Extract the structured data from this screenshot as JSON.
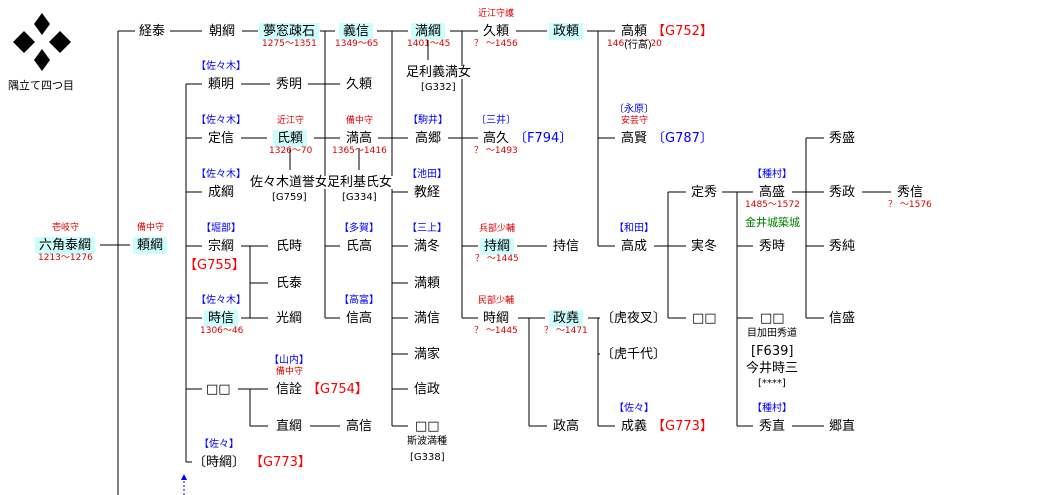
{
  "crest": {
    "caption": "隅立て四つ目",
    "icon": "yotsume-crest-icon"
  },
  "colors": {
    "highlight": "#cdfdfd",
    "title_red": "#e00000",
    "ref_red": "#ff0000",
    "clan_blue": "#0000ff",
    "castle_green": "#008000",
    "line": "#000000"
  },
  "people": {
    "p01": {
      "name": "六角泰綱",
      "title": "壱岐守",
      "years": "1213〜1276"
    },
    "p02": {
      "name": "頼綱",
      "title": "備中守"
    },
    "p03": {
      "name": "経泰"
    },
    "p04": {
      "name": "朝綱"
    },
    "p05": {
      "name": "夢窓疎石",
      "years": "1275〜1351"
    },
    "p06": {
      "name": "義信",
      "years": "1349〜65"
    },
    "p07": {
      "name": "満綱",
      "years": "1401〜45"
    },
    "p08": {
      "name": "足利義満女",
      "note": "[G332]"
    },
    "p09": {
      "name": "久頼",
      "title": "近江守護",
      "years": "？ 〜1456"
    },
    "p10": {
      "name": "政頼"
    },
    "p11": {
      "name": "高頼",
      "ref": "【G752】",
      "alias": "(行高)",
      "years": "1462〜1520"
    },
    "p12": {
      "name": "頼明",
      "clan": "【佐々木】"
    },
    "p13": {
      "name": "秀明"
    },
    "p14": {
      "name": "久頼"
    },
    "p15": {
      "name": "定信",
      "clan": "【佐々木】"
    },
    "p16": {
      "name": "氏頼",
      "title": "近江守",
      "years": "1326〜70"
    },
    "p17": {
      "name": "佐々木道誉女",
      "note": "[G759]"
    },
    "p18": {
      "name": "満高",
      "title": "備中守",
      "years": "1365〜1416"
    },
    "p19": {
      "name": "足利基氏女",
      "note": "[G334]"
    },
    "p20": {
      "name": "高郷",
      "clan": "【駒井】"
    },
    "p21": {
      "name": "高久",
      "clan": "〔三井〕",
      "ref": "〔F794〕",
      "years": "？ 〜1493"
    },
    "p22": {
      "name": "高賢",
      "title": "安芸守",
      "clan": "〔永原〕",
      "ref": "〔G787〕"
    },
    "p23": {
      "name": "秀盛"
    },
    "p24": {
      "name": "成綱",
      "clan": "【佐々木】"
    },
    "p25": {
      "name": "教経",
      "clan": "【池田】"
    },
    "p26": {
      "name": "定秀"
    },
    "p27": {
      "name": "高盛",
      "clan": "【種村】",
      "years": "1485〜1572",
      "castle": "金井城築城"
    },
    "p28": {
      "name": "秀政"
    },
    "p29": {
      "name": "秀信",
      "years": "？ 〜1576"
    },
    "p30": {
      "name": "宗綱",
      "clan": "【堀部】",
      "ref": "【G755】"
    },
    "p31": {
      "name": "氏時"
    },
    "p32": {
      "name": "氏高",
      "clan": "【多賀】"
    },
    "p33": {
      "name": "満冬",
      "clan": "【三上】"
    },
    "p34": {
      "name": "持綱",
      "title": "兵部少輔",
      "years": "？ 〜1445"
    },
    "p35": {
      "name": "持信"
    },
    "p36": {
      "name": "高成",
      "clan": "【和田】"
    },
    "p37": {
      "name": "実冬"
    },
    "p38": {
      "name": "秀時"
    },
    "p39": {
      "name": "秀純"
    },
    "p40": {
      "name": "氏泰"
    },
    "p41": {
      "name": "満頼"
    },
    "p42": {
      "name": "時信",
      "clan": "【佐々木】",
      "years": "1306〜46"
    },
    "p43": {
      "name": "光綱"
    },
    "p44": {
      "name": "信高",
      "clan": "【高富】"
    },
    "p45": {
      "name": "満信"
    },
    "p46": {
      "name": "時綱",
      "title": "民部少輔",
      "years": "？ 〜1445"
    },
    "p47": {
      "name": "政堯",
      "years": "？ 〜1471"
    },
    "p48": {
      "name": "〔虎夜叉〕"
    },
    "p49": {
      "name": "□□"
    },
    "p50": {
      "name": "□□",
      "note": "目加田秀道"
    },
    "p51": {
      "name": "信盛"
    },
    "p52": {
      "name": "〔虎千代〕"
    },
    "p53": {
      "name": "満家"
    },
    "p54": {
      "name": "□□"
    },
    "p55": {
      "name": "信詮",
      "title": "備中守",
      "clan": "【山内】",
      "ref": "【G754】"
    },
    "p56": {
      "name": "信政"
    },
    "p57": {
      "name": "直綱"
    },
    "p58": {
      "name": "高信"
    },
    "p59": {
      "name": "□□",
      "note": "斯波満種",
      "note2": "[G338]"
    },
    "p60": {
      "name": "政高"
    },
    "p61": {
      "name": "成義",
      "clan": "【佐々】",
      "ref": "【G773】"
    },
    "p62": {
      "name": "秀直",
      "clan": "【種村】"
    },
    "p63": {
      "name": "郷直"
    },
    "p64": {
      "name": "〔時綱〕",
      "clan": "【佐々】",
      "ref": "【G773】"
    },
    "p65": {
      "name": "[F639]"
    },
    "p66": {
      "name": "今井時三",
      "note": "[****]"
    }
  }
}
